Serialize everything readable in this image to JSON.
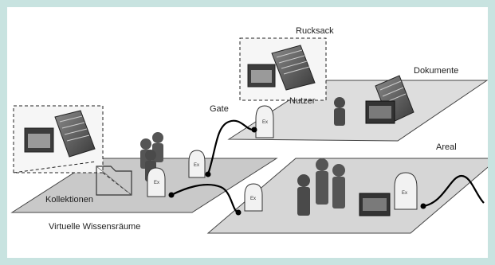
{
  "labels": {
    "rucksack": "Rucksack",
    "dokumente": "Dokumente",
    "gate": "Gate",
    "nutzer": "Nutzer",
    "areal": "Areal",
    "kollektionen": "Kollektionen",
    "virtuelle_wissensraeume": "Virtuelle Wissensräume"
  },
  "colors": {
    "border": "#c8e3e0",
    "plane_light": "#dadada",
    "plane_mid": "#c6c6c6",
    "figure": "#4a4a4a",
    "line": "#000000"
  }
}
